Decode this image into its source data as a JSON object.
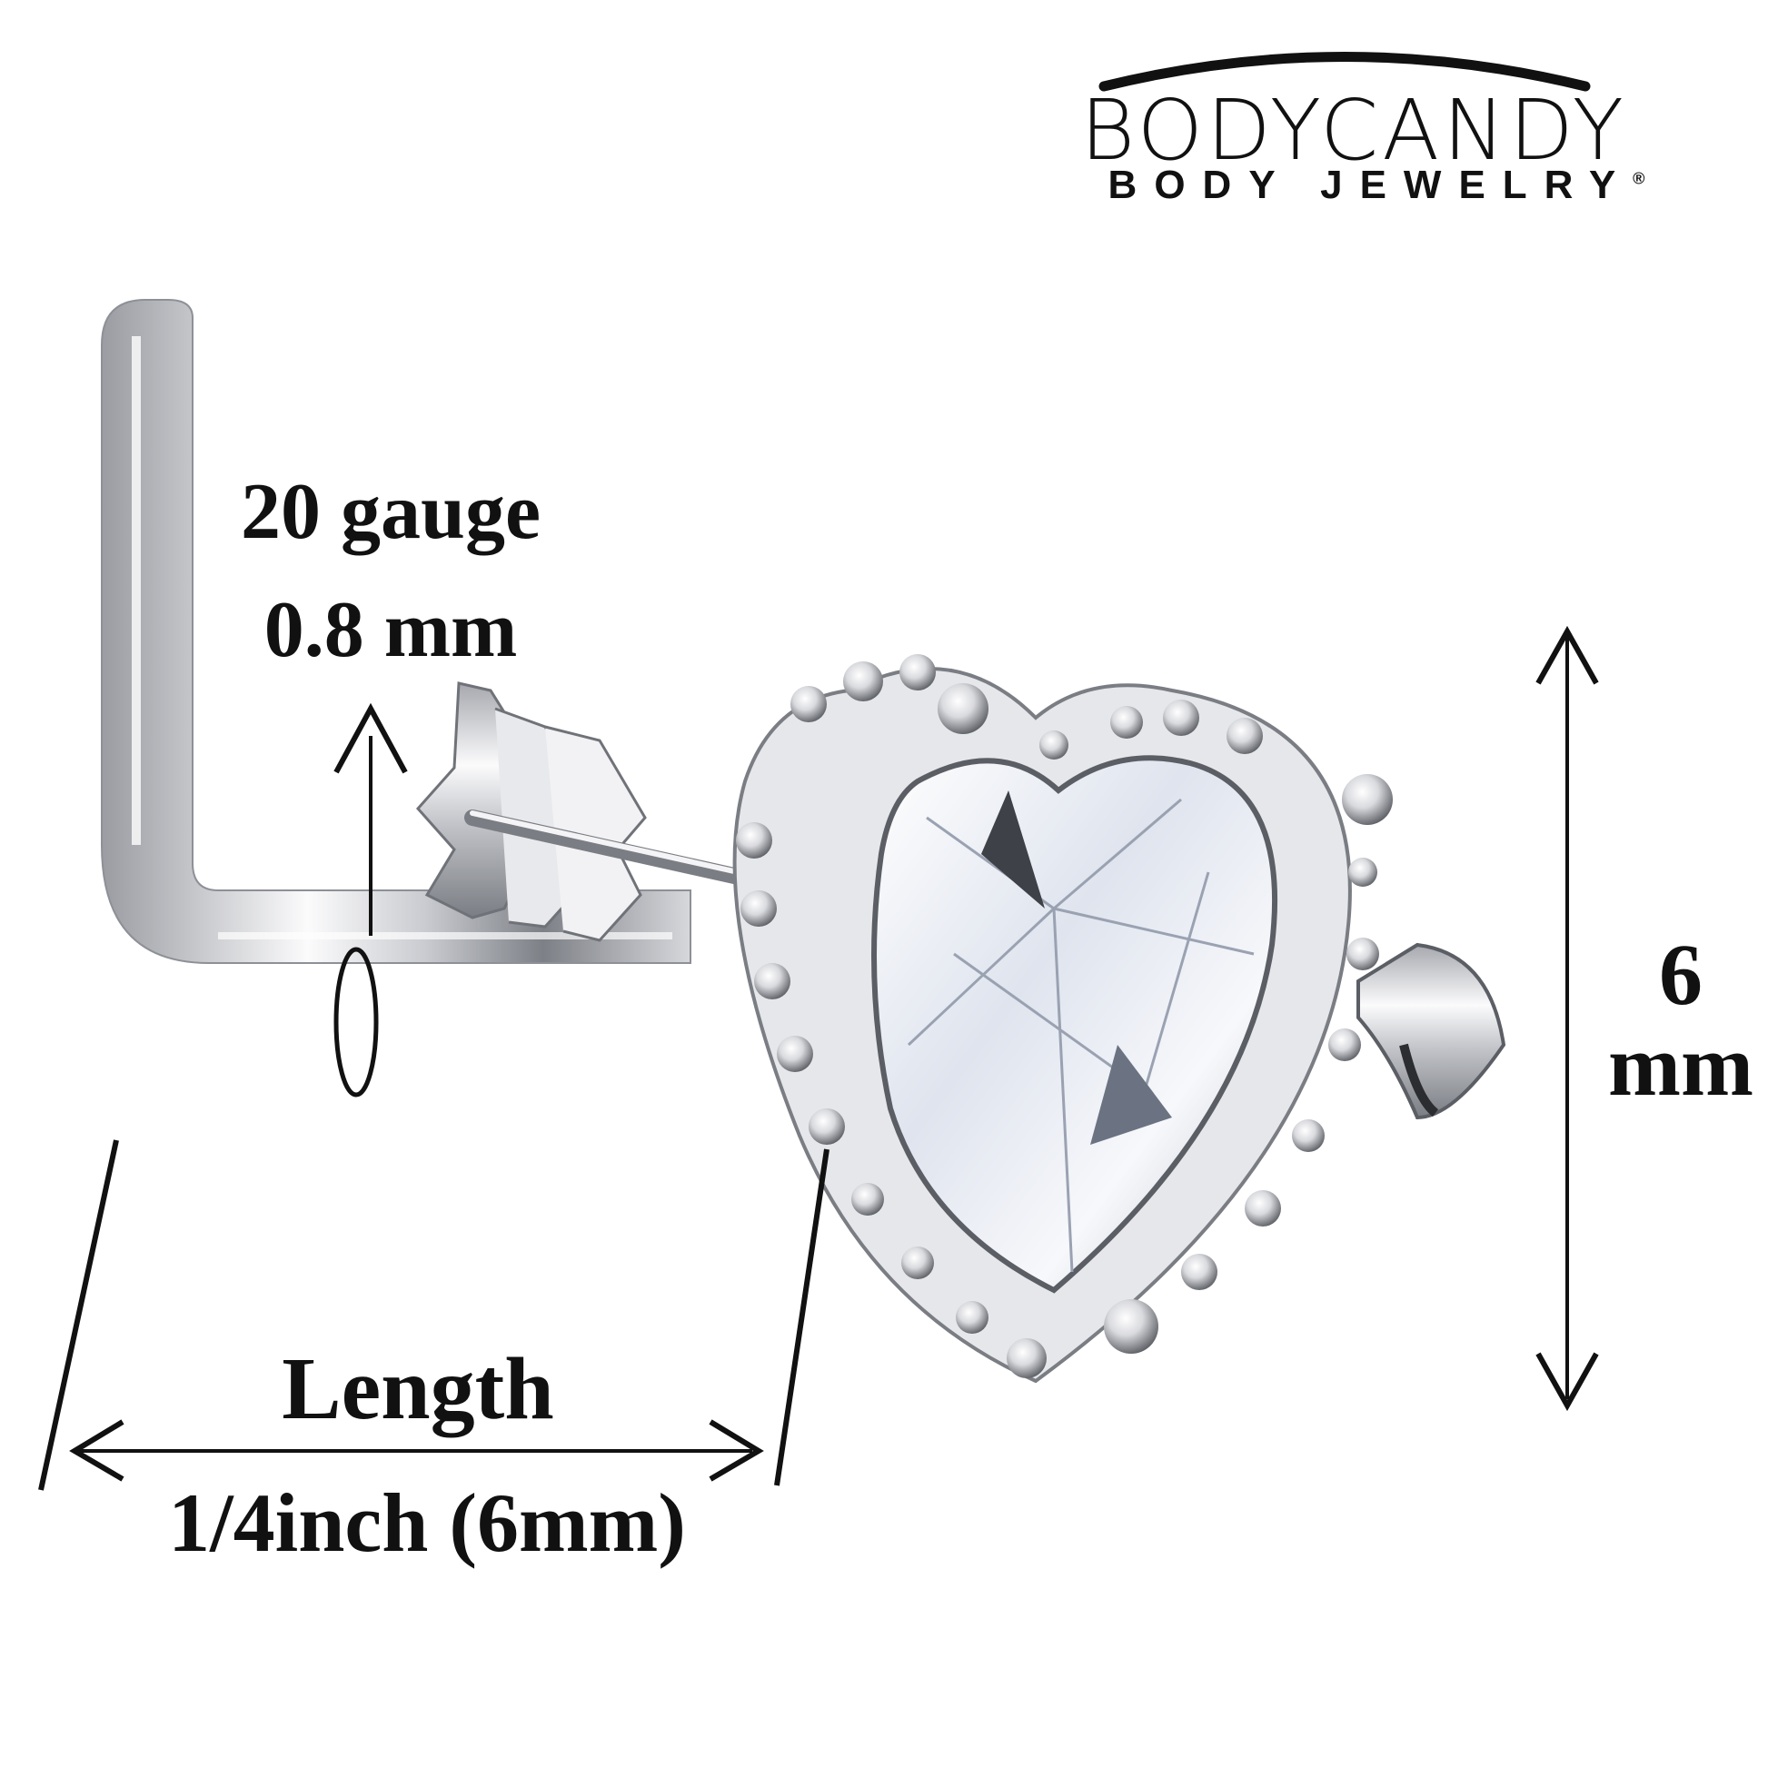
{
  "brand": {
    "name": "BODYCANDY",
    "tagline": "BODY JEWELRY",
    "registered_mark": "®"
  },
  "dimensions": {
    "gauge": "20 gauge",
    "gauge_mm": "0.8 mm",
    "length_label": "Length",
    "length_value": "1/4inch (6mm)",
    "height_value": "6",
    "height_unit": "mm"
  },
  "colors": {
    "text": "#111111",
    "metal_light": "#f4f4f6",
    "metal_dark": "#8c8e94",
    "gem": "#e9edf4"
  }
}
